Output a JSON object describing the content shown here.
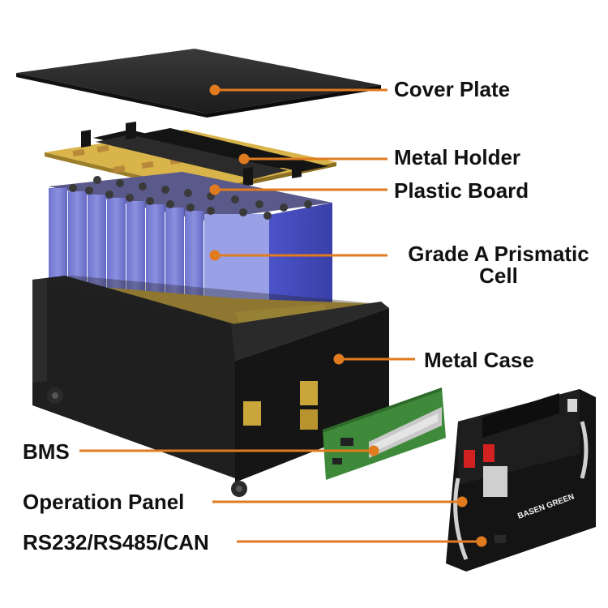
{
  "labels": {
    "cover_plate": "Cover Plate",
    "metal_holder": "Metal Holder",
    "plastic_board": "Plastic Board",
    "cell_line1": "Grade A Prismatic",
    "cell_line2": "Cell",
    "metal_case": "Metal Case",
    "bms": "BMS",
    "operation_panel": "Operation Panel",
    "comm_ports": "RS232/RS485/CAN"
  },
  "panel_brand": "BASEN GREEN",
  "colors": {
    "leader": "#e07b1f",
    "cell": "#7b7fd4",
    "case": "#1b1b1b",
    "cover": "#2a2a2a",
    "plastic_board": "#d8b44a",
    "bms_board": "#3f8a3a",
    "terminal_red": "#d32020"
  }
}
